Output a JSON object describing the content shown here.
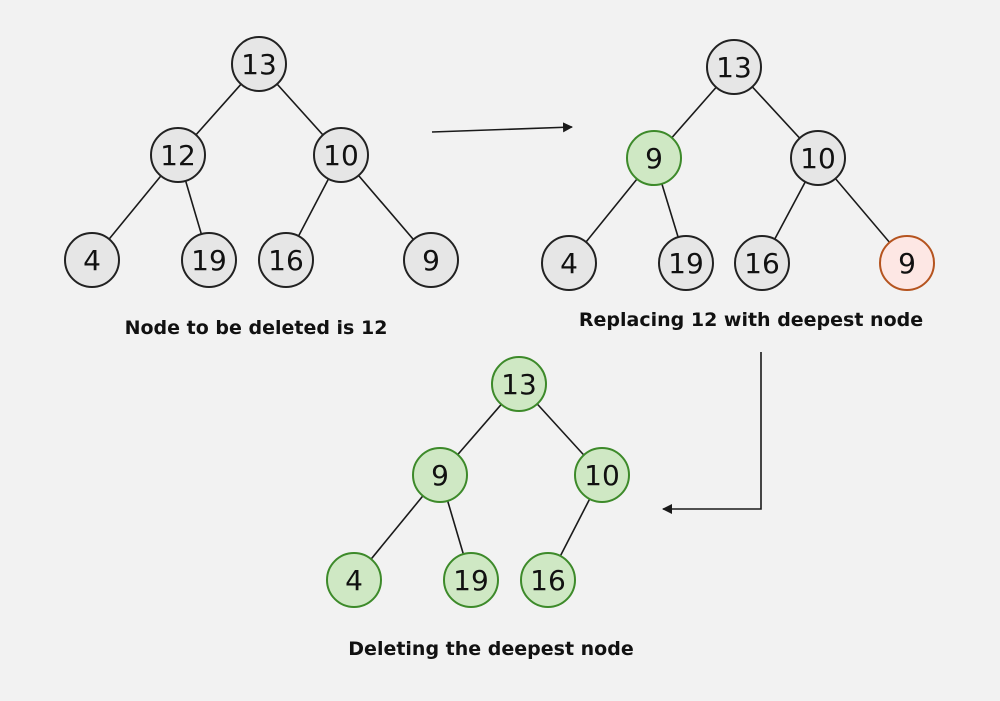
{
  "colors": {
    "background": "#f2f2f2",
    "edge": "#1a1a1a",
    "node_default_fill": "#e6e6e6",
    "node_default_stroke": "#222222",
    "node_green_fill": "#cfe8c4",
    "node_green_stroke": "#3d8a2a",
    "node_red_fill": "#fde7e4",
    "node_red_stroke": "#b5541f"
  },
  "trees": [
    {
      "caption": "Node to be deleted is 12",
      "nodes": [
        {
          "id": "a13",
          "label": "13",
          "style": "default"
        },
        {
          "id": "a12",
          "label": "12",
          "style": "default"
        },
        {
          "id": "a10",
          "label": "10",
          "style": "default"
        },
        {
          "id": "a4",
          "label": "4",
          "style": "default"
        },
        {
          "id": "a19",
          "label": "19",
          "style": "default"
        },
        {
          "id": "a16",
          "label": "16",
          "style": "default"
        },
        {
          "id": "a9",
          "label": "9",
          "style": "default"
        }
      ],
      "edges": [
        [
          "a13",
          "a12"
        ],
        [
          "a13",
          "a10"
        ],
        [
          "a12",
          "a4"
        ],
        [
          "a12",
          "a19"
        ],
        [
          "a10",
          "a16"
        ],
        [
          "a10",
          "a9"
        ]
      ]
    },
    {
      "caption": "Replacing 12 with deepest node",
      "nodes": [
        {
          "id": "b13",
          "label": "13",
          "style": "default"
        },
        {
          "id": "b9",
          "label": "9",
          "style": "green"
        },
        {
          "id": "b10",
          "label": "10",
          "style": "default"
        },
        {
          "id": "b4",
          "label": "4",
          "style": "default"
        },
        {
          "id": "b19",
          "label": "19",
          "style": "default"
        },
        {
          "id": "b16",
          "label": "16",
          "style": "default"
        },
        {
          "id": "b9d",
          "label": "9",
          "style": "red"
        }
      ],
      "edges": [
        [
          "b13",
          "b9"
        ],
        [
          "b13",
          "b10"
        ],
        [
          "b9",
          "b4"
        ],
        [
          "b9",
          "b19"
        ],
        [
          "b10",
          "b16"
        ],
        [
          "b10",
          "b9d"
        ]
      ]
    },
    {
      "caption": "Deleting the deepest node",
      "nodes": [
        {
          "id": "c13",
          "label": "13",
          "style": "green"
        },
        {
          "id": "c9",
          "label": "9",
          "style": "green"
        },
        {
          "id": "c10",
          "label": "10",
          "style": "green"
        },
        {
          "id": "c4",
          "label": "4",
          "style": "green"
        },
        {
          "id": "c19",
          "label": "19",
          "style": "green"
        },
        {
          "id": "c16",
          "label": "16",
          "style": "green"
        }
      ],
      "edges": [
        [
          "c13",
          "c9"
        ],
        [
          "c13",
          "c10"
        ],
        [
          "c9",
          "c4"
        ],
        [
          "c9",
          "c19"
        ],
        [
          "c10",
          "c16"
        ]
      ]
    }
  ]
}
